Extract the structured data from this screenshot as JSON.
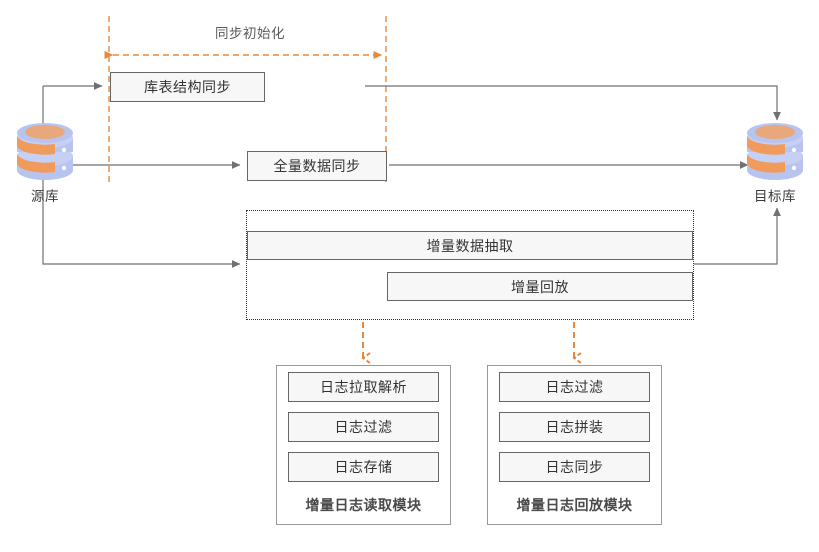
{
  "diagram": {
    "phase_label": "同步初始化",
    "source_db": {
      "label": "源库",
      "icon": "database-icon"
    },
    "target_db": {
      "label": "目标库",
      "icon": "database-icon"
    },
    "stages": [
      {
        "id": "schema-sync",
        "label": "库表结构同步"
      },
      {
        "id": "full-data-sync",
        "label": "全量数据同步"
      },
      {
        "id": "incremental-extract",
        "label": "增量数据抽取"
      },
      {
        "id": "incremental-replay",
        "label": "增量回放"
      }
    ],
    "modules": [
      {
        "id": "log-read-module",
        "title": "增量日志读取模块",
        "items": [
          {
            "label": "日志拉取解析"
          },
          {
            "label": "日志过滤"
          },
          {
            "label": "日志存储"
          }
        ]
      },
      {
        "id": "log-replay-module",
        "title": "增量日志回放模块",
        "items": [
          {
            "label": "日志过滤"
          },
          {
            "label": "日志拼装"
          },
          {
            "label": "日志同步"
          }
        ]
      }
    ],
    "colors": {
      "accent_dashed": "#e8883c",
      "connector": "#707070",
      "node_fill": "#f7f7f7",
      "node_border": "#666666",
      "text": "#333333",
      "db_top": "#e8a87c",
      "db_body": "#b8c4f0",
      "db_band": "#f09a5b"
    }
  }
}
